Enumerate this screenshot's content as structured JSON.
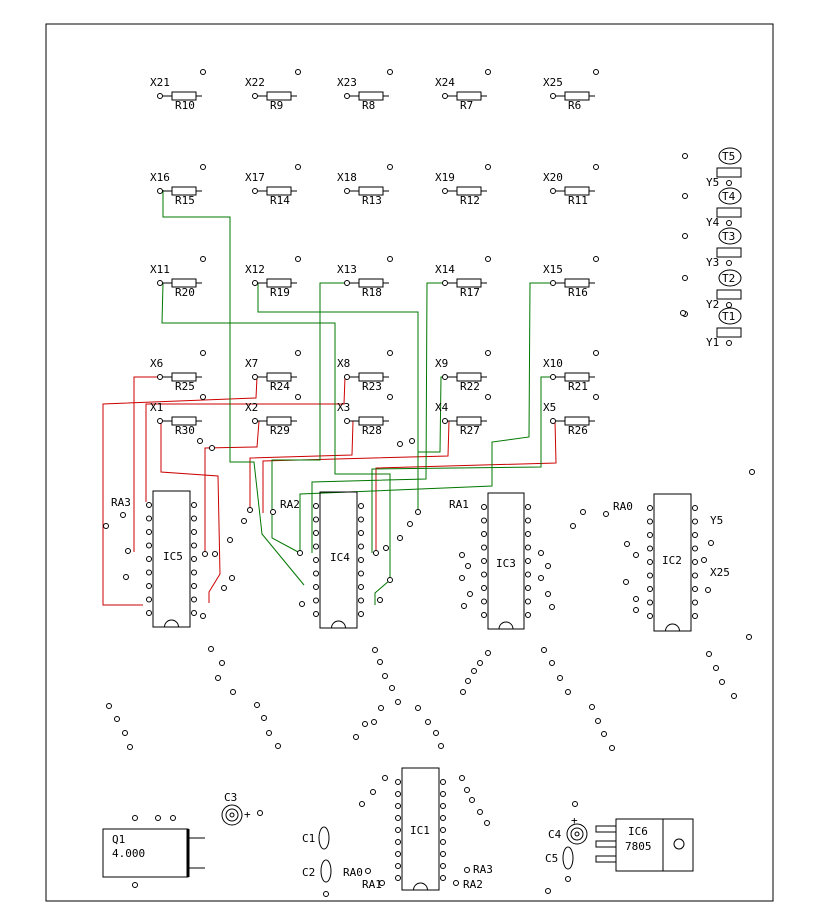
{
  "colors": {
    "outline": "#000000",
    "red_trace": "#cc0000",
    "green_trace": "#007700",
    "background": "#ffffff"
  },
  "resistor_grid": [
    {
      "x": "X21",
      "r": "R10"
    },
    {
      "x": "X22",
      "r": "R9"
    },
    {
      "x": "X23",
      "r": "R8"
    },
    {
      "x": "X24",
      "r": "R7"
    },
    {
      "x": "X25",
      "r": "R6"
    },
    {
      "x": "X16",
      "r": "R15"
    },
    {
      "x": "X17",
      "r": "R14"
    },
    {
      "x": "X18",
      "r": "R13"
    },
    {
      "x": "X19",
      "r": "R12"
    },
    {
      "x": "X20",
      "r": "R11"
    },
    {
      "x": "X11",
      "r": "R20"
    },
    {
      "x": "X12",
      "r": "R19"
    },
    {
      "x": "X13",
      "r": "R18"
    },
    {
      "x": "X14",
      "r": "R17"
    },
    {
      "x": "X15",
      "r": "R16"
    },
    {
      "x": "X6",
      "r": "R25"
    },
    {
      "x": "X7",
      "r": "R24"
    },
    {
      "x": "X8",
      "r": "R23"
    },
    {
      "x": "X9",
      "r": "R22"
    },
    {
      "x": "X10",
      "r": "R21"
    },
    {
      "x": "X1",
      "r": "R30"
    },
    {
      "x": "X2",
      "r": "R29"
    },
    {
      "x": "X3",
      "r": "R28"
    },
    {
      "x": "X4",
      "r": "R27"
    },
    {
      "x": "X5",
      "r": "R26"
    }
  ],
  "transistor_column": [
    {
      "t": "T5",
      "y": "Y5"
    },
    {
      "t": "T4",
      "y": "Y4"
    },
    {
      "t": "T3",
      "y": "Y3"
    },
    {
      "t": "T2",
      "y": "Y2"
    },
    {
      "t": "T1",
      "y": "Y1"
    }
  ],
  "chips": {
    "ic5": {
      "label": "IC5",
      "ra": "RA3"
    },
    "ic4": {
      "label": "IC4",
      "ra": "RA2"
    },
    "ic3": {
      "label": "IC3",
      "ra": "RA1"
    },
    "ic2": {
      "label": "IC2",
      "ra": "RA0",
      "y": "Y5",
      "x": "X25"
    },
    "ic1": {
      "label": "IC1",
      "ra0": "RA0",
      "ra1": "RA1",
      "ra2": "RA2",
      "ra3": "RA3"
    }
  },
  "crystal": {
    "name": "Q1",
    "value": "4.000"
  },
  "capacitors": {
    "c1": "C1",
    "c2": "C2",
    "c3": "C3",
    "c4": "C4",
    "c5": "C5",
    "plus": "+"
  },
  "regulator": {
    "name": "IC6",
    "part": "7805"
  }
}
